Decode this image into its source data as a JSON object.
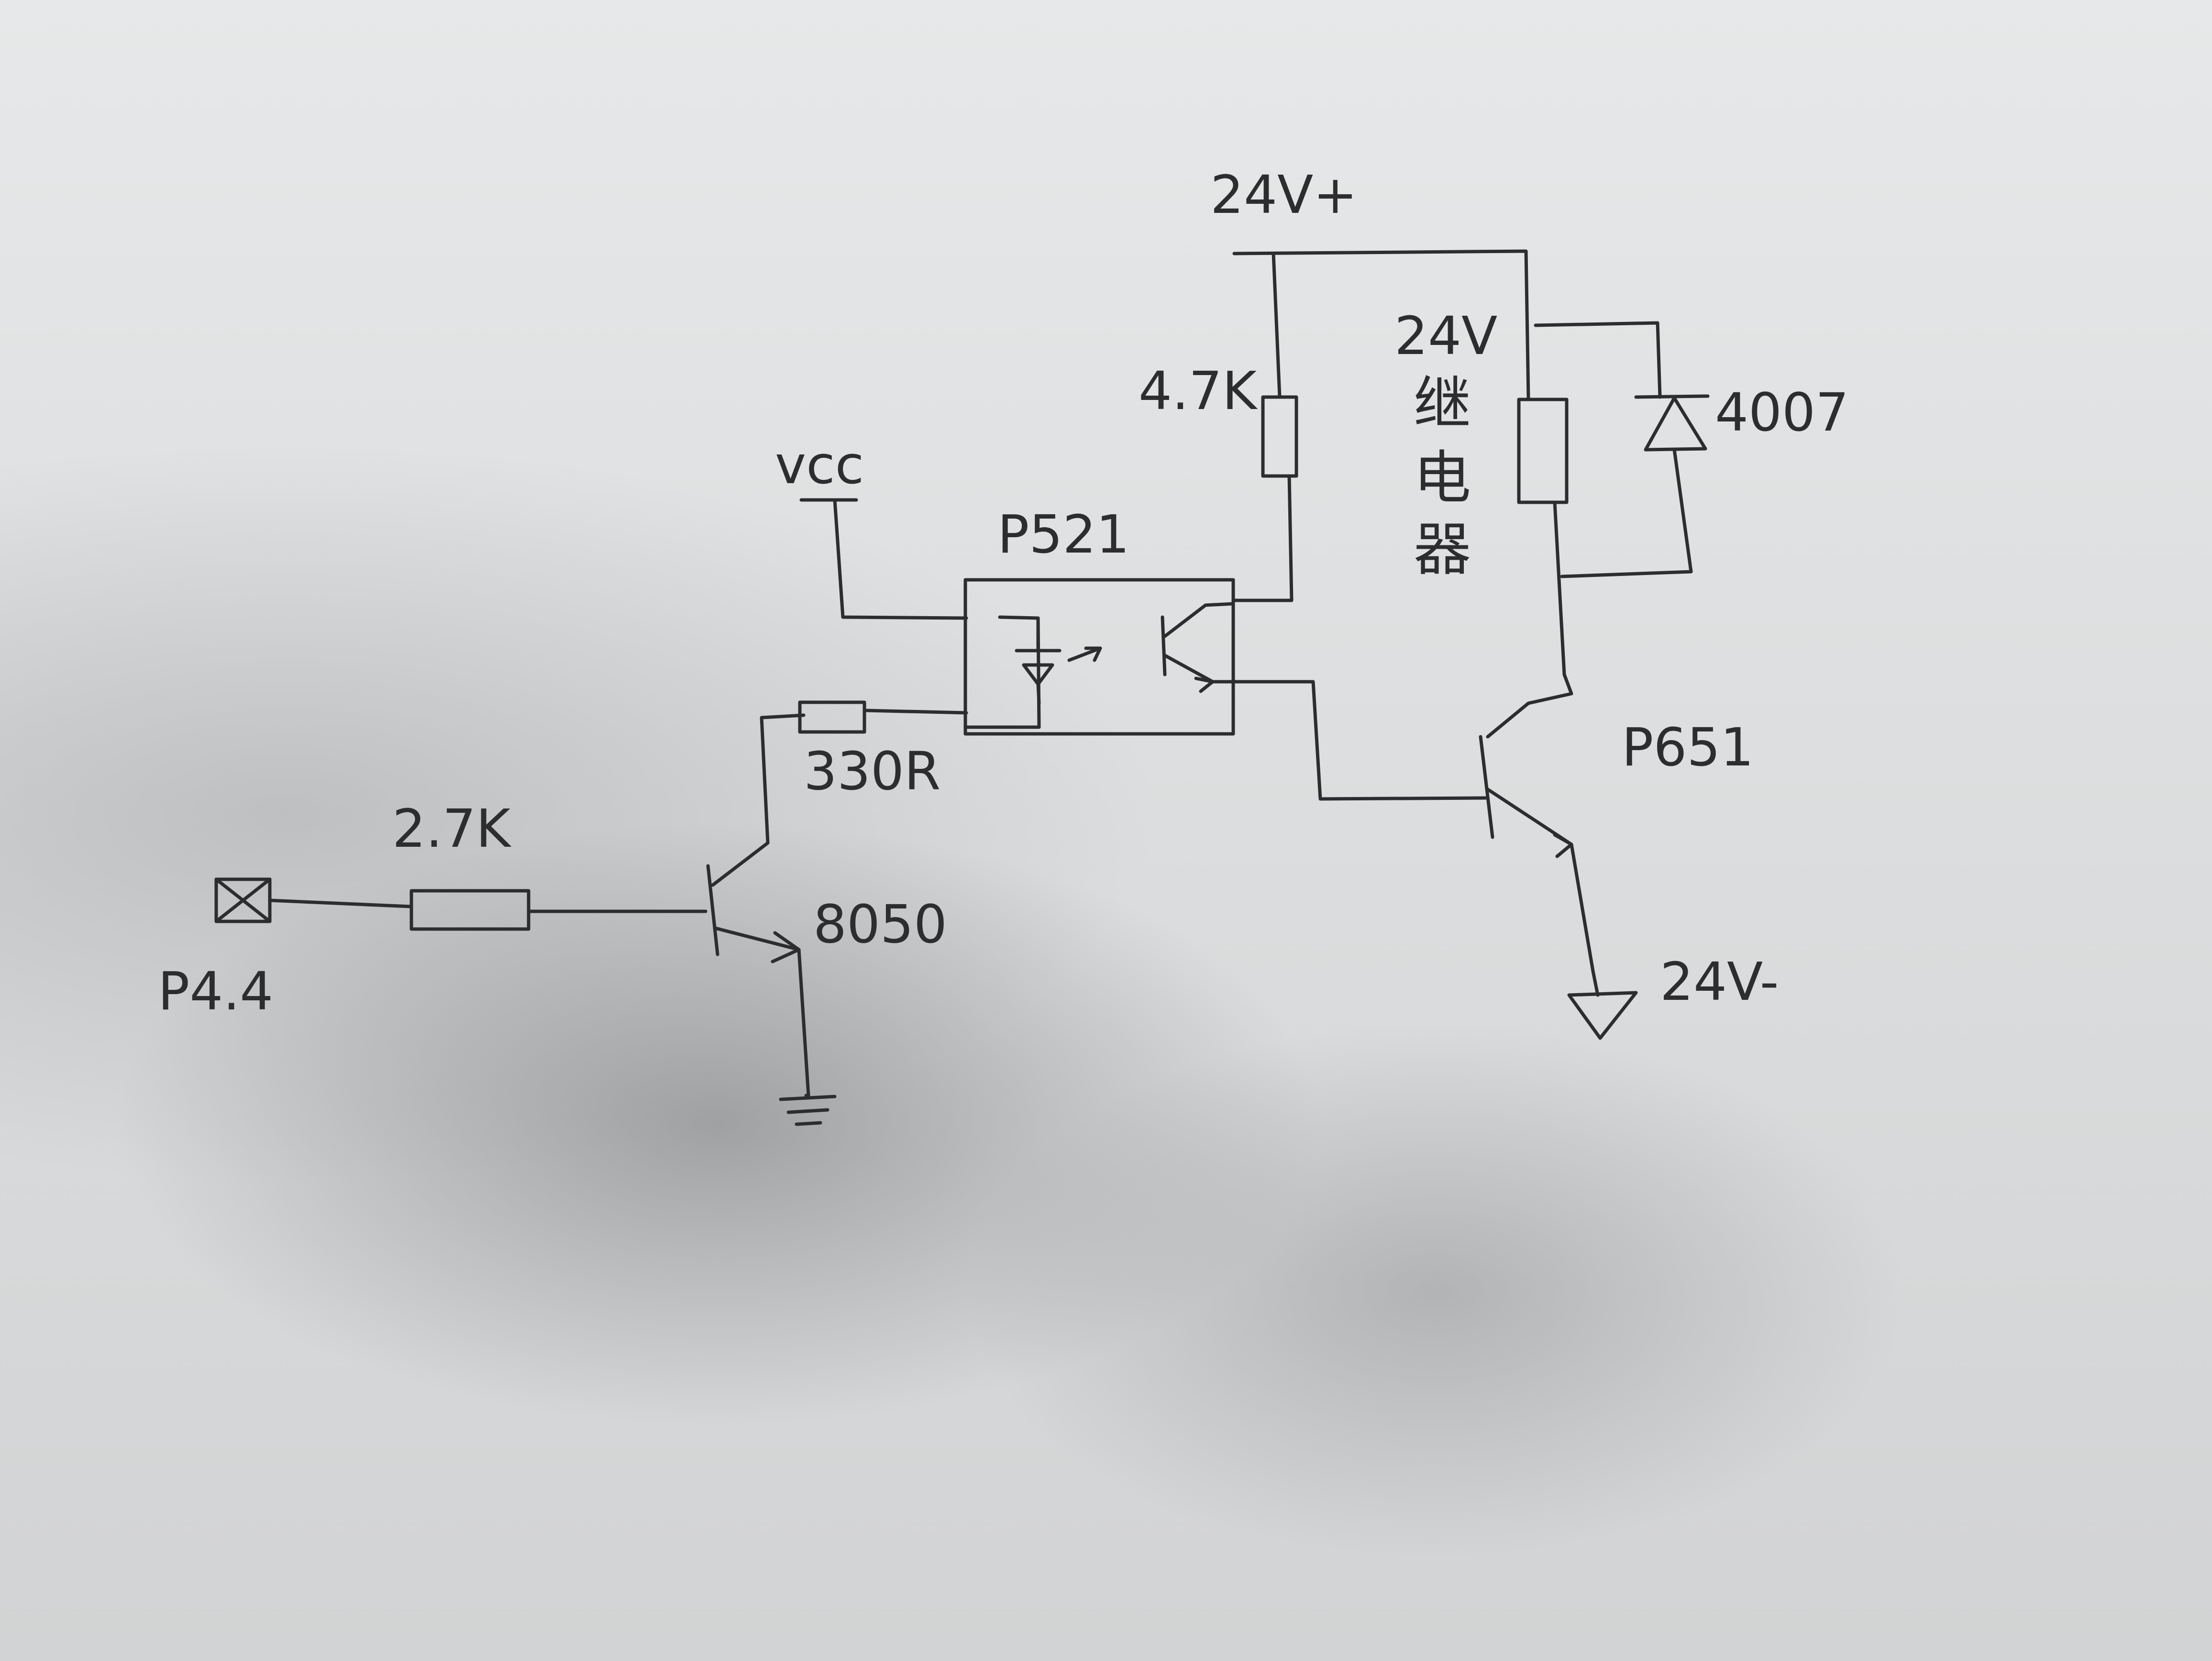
{
  "labels": {
    "p44": "P4.4",
    "r_base": "2.7K",
    "r_led": "330R",
    "q1": "8050",
    "vcc": "vcc",
    "opto": "P521",
    "r_pullup": "4.7K",
    "supply_pos": "24V+",
    "relay_voltage": "24V",
    "relay_chars": [
      "继",
      "电",
      "器"
    ],
    "diode": "4007",
    "q2": "P651",
    "supply_neg": "24V-"
  },
  "colors": {
    "ink": "#2d2d2f",
    "paper": "#e2e4e5"
  }
}
